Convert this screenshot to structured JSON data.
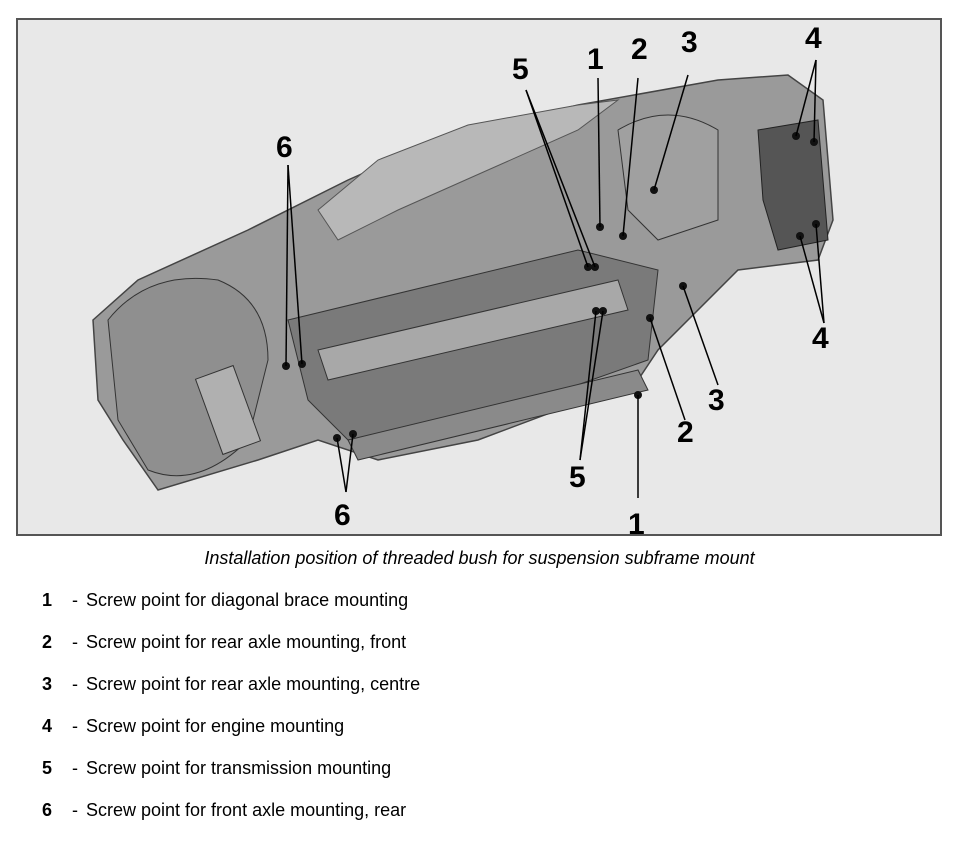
{
  "figure": {
    "callouts": [
      "1",
      "2",
      "3",
      "4",
      "5",
      "6"
    ]
  },
  "caption": "Installation position of threaded bush for suspension subframe mount",
  "legend": [
    {
      "num": "1",
      "dash": "-",
      "text": "Screw point for diagonal brace mounting"
    },
    {
      "num": "2",
      "dash": "-",
      "text": "Screw point for rear axle mounting, front"
    },
    {
      "num": "3",
      "dash": "-",
      "text": "Screw point for rear axle mounting, centre"
    },
    {
      "num": "4",
      "dash": "-",
      "text": "Screw point for engine mounting"
    },
    {
      "num": "5",
      "dash": "-",
      "text": "Screw point for transmission mounting"
    },
    {
      "num": "6",
      "dash": "-",
      "text": "Screw point for front axle mounting, rear"
    }
  ]
}
